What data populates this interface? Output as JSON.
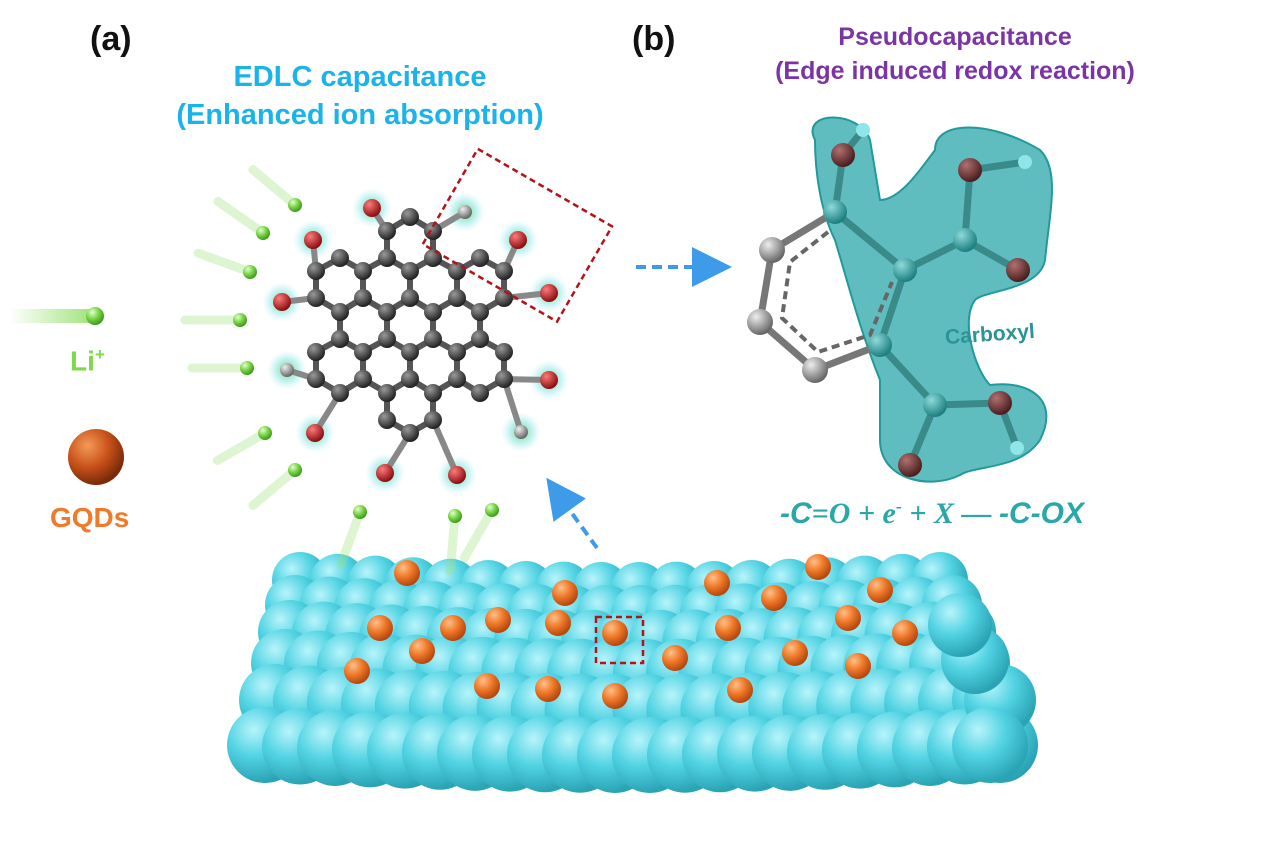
{
  "panels": {
    "a": "(a)",
    "b": "(b)"
  },
  "edlc": {
    "title": "EDLC capacitance",
    "subtitle": "(Enhanced ion absorption)"
  },
  "pseudo": {
    "title": "Pseudocapacitance",
    "subtitle": "(Edge induced redox reaction)"
  },
  "legend": {
    "li_base": "Li",
    "li_sup": "+",
    "gqds": "GQDs"
  },
  "molecule": {
    "group_label": "Carboxyl"
  },
  "equation": {
    "lhs1": "-C",
    "bond": "=",
    "lhs2": "O",
    "plus1": " + ",
    "e": "e",
    "e_sup": "-",
    "plus2": " + ",
    "x": "X",
    "arrow": " — ",
    "rhs": "-C-OX"
  },
  "colors": {
    "edlc": "#1ab3ea",
    "pseudo": "#7b34a6",
    "li": "#7dd84a",
    "gqd": "#f07a2a",
    "substrate": "#4fd3e3",
    "carboxyl": "#2aa7a9",
    "oxygen": "#c0272d",
    "carbon": "#444444",
    "arrow": "#3d9be9"
  }
}
